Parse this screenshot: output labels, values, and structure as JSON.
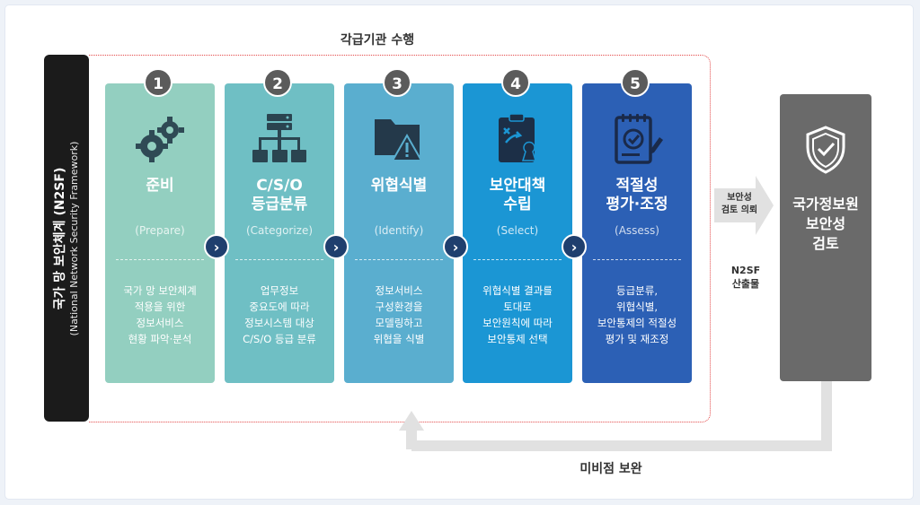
{
  "framework": {
    "name": "국가 망 보안체계 (N2SF)",
    "english": "(National Network Security Framework)"
  },
  "agency_label": "각급기관 수행",
  "steps": [
    {
      "number": "1",
      "title_lines": [
        "준비"
      ],
      "english": "(Prepare)",
      "desc_lines": [
        "국가 망 보안체계",
        "적용을 위한",
        "정보서비스",
        "현황 파악·분석"
      ],
      "icon": "gears-icon"
    },
    {
      "number": "2",
      "title_lines": [
        "C/S/O",
        "등급분류"
      ],
      "english": "(Categorize)",
      "desc_lines": [
        "업무정보",
        "중요도에 따라",
        "정보시스템 대상",
        "C/S/O 등급 분류"
      ],
      "icon": "hierarchy-icon"
    },
    {
      "number": "3",
      "title_lines": [
        "위협식별"
      ],
      "english": "(Identify)",
      "desc_lines": [
        "정보서비스",
        "구성환경을",
        "모델링하고",
        "위협을 식별"
      ],
      "icon": "folder-warning-icon"
    },
    {
      "number": "4",
      "title_lines": [
        "보안대책",
        "수립"
      ],
      "english": "(Select)",
      "desc_lines": [
        "위협식별 결과를",
        "토대로",
        "보안원칙에 따라",
        "보안통제 선택"
      ],
      "icon": "clipboard-strategy-icon"
    },
    {
      "number": "5",
      "title_lines": [
        "적절성",
        "평가·조정"
      ],
      "english": "(Assess)",
      "desc_lines": [
        "등급분류,",
        "위협식별,",
        "보안통제의 적절성",
        "평가 및 재조정"
      ],
      "icon": "document-check-icon"
    }
  ],
  "review_request": [
    "보안성",
    "검토 의뢰"
  ],
  "output": [
    "N2SF",
    "산출물"
  ],
  "nis_review": [
    "국가정보원",
    "보안성",
    "검토"
  ],
  "feedback_label": "미비점 보완",
  "colors": {
    "step1": "#93cfc0",
    "step2": "#6fbfc4",
    "step3": "#5aaecf",
    "step4": "#1b96d4",
    "step5": "#2c60b5",
    "nis_box": "#6a6a6a",
    "dotted_border": "#e34a4a"
  }
}
